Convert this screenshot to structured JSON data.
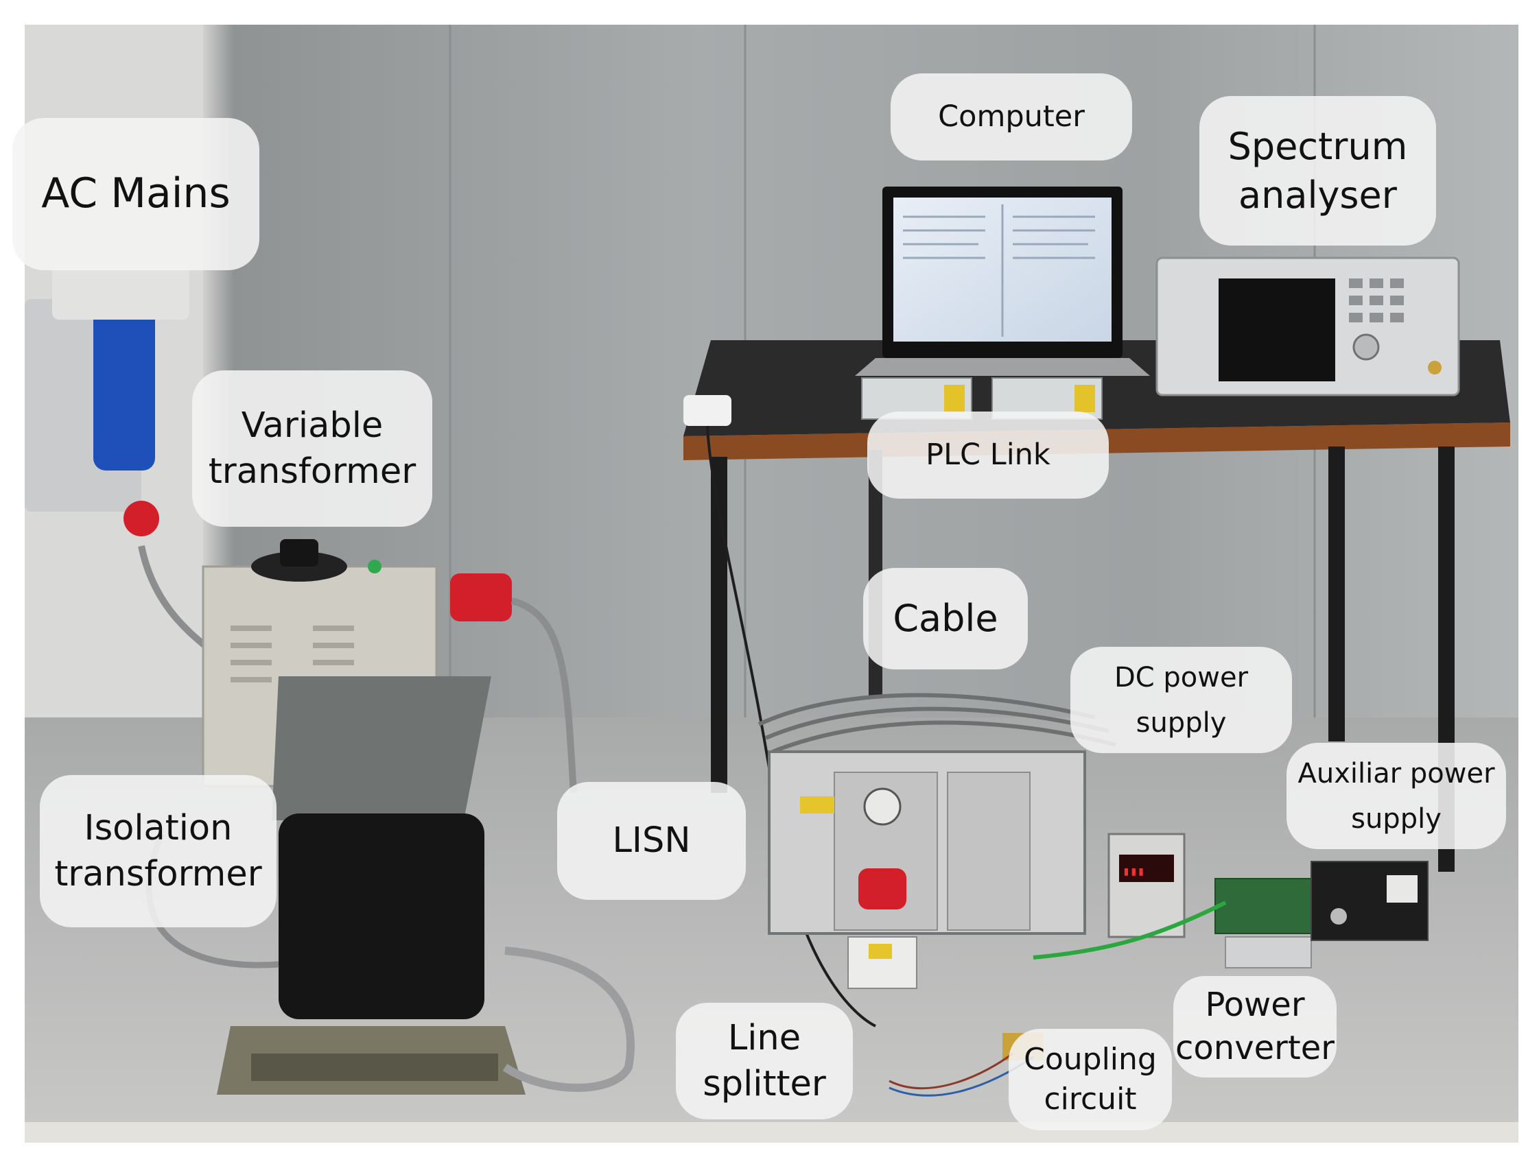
{
  "labels": {
    "ac_mains": "AC Mains",
    "variable_transformer": [
      "Variable",
      "transformer"
    ],
    "isolation_transformer": [
      "Isolation",
      "transformer"
    ],
    "lisn": "LISN",
    "computer": "Computer",
    "spectrum_analyser": [
      "Spectrum",
      "analyser"
    ],
    "plc_link": "PLC Link",
    "cable": "Cable",
    "dc_power_supply": [
      "DC power",
      "supply"
    ],
    "auxiliar_power_supply": [
      "Auxiliar power",
      "supply"
    ],
    "power_converter": [
      "Power",
      "converter"
    ],
    "coupling_circuit": [
      "Coupling",
      "circuit"
    ],
    "line_splitter": [
      "Line",
      "splitter"
    ]
  },
  "colors": {
    "label_background": "#f4f4f4",
    "label_text": "#111111",
    "wall": "#a9acad",
    "floor": "#bdbdbb",
    "table_top": "#2b2b2b",
    "table_edge": "#8a4b22",
    "plug_red": "#d21f2a",
    "socket_blue": "#1f4fb8"
  }
}
